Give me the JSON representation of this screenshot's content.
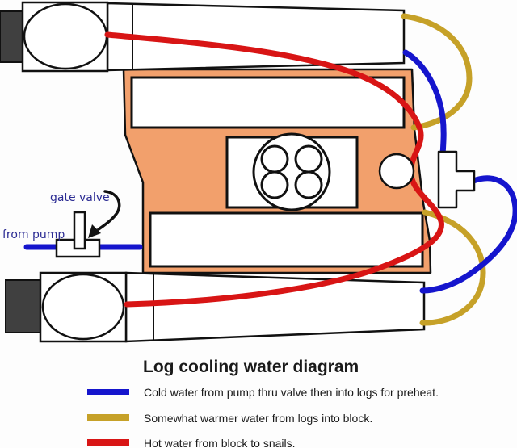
{
  "diagram": {
    "title": "Log cooling water diagram",
    "annotations": {
      "gate_valve": "gate valve",
      "from_pump": "from pump"
    },
    "legend": [
      {
        "key": "cold",
        "text": "Cold water from pump thru valve then into logs for preheat."
      },
      {
        "key": "warm",
        "text": "Somewhat warmer water from logs into block."
      },
      {
        "key": "hot",
        "text": "Hot water from block to snails."
      }
    ],
    "colors": {
      "cold": "#1515cd",
      "warm": "#c6a128",
      "hot": "#d81515",
      "block": "#f2a06c",
      "annotation": "#2b2b93",
      "cap": "#404040",
      "outline": "#111111",
      "text": "#1a1a1a"
    }
  }
}
